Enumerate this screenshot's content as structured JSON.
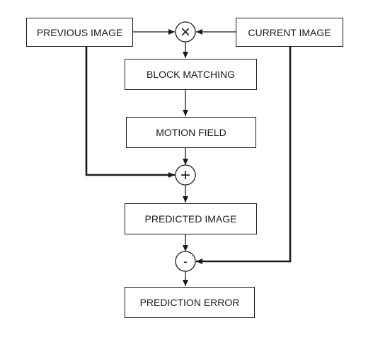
{
  "diagram": {
    "previous_image": "PREVIOUS IMAGE",
    "current_image": "CURRENT IMAGE",
    "block_matching": "BLOCK MATCHING",
    "motion_field": "MOTION FIELD",
    "predicted_image": "PREDICTED IMAGE",
    "prediction_error": "PREDICTION ERROR",
    "multiply_operator": "×",
    "add_operator": "+",
    "subtract_operator": "-"
  }
}
